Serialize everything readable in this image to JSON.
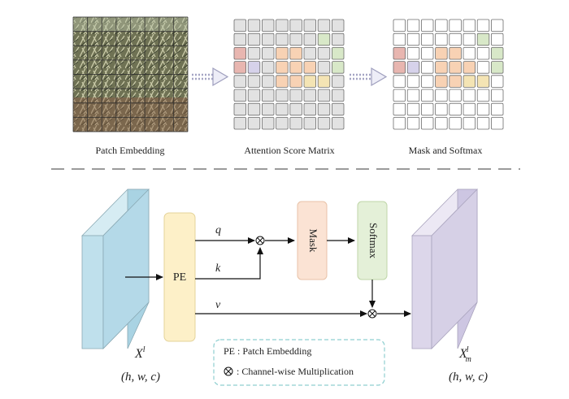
{
  "top": {
    "patch_label": "Patch Embedding",
    "attention_label": "Attention Score Matrix",
    "mask_label": "Mask and Softmax"
  },
  "diagram": {
    "pe_label": "PE",
    "mask_label": "Mask",
    "softmax_label": "Softmax",
    "q_label": "q",
    "k_label": "k",
    "v_label": "v",
    "input_label": "X",
    "input_sup": "l",
    "input_shape": "(h, w, c)",
    "output_label": "X",
    "output_sup": "l",
    "output_sub": "m",
    "output_shape": "(h, w, c)",
    "mult_symbol": "⊗"
  },
  "legend": {
    "line1": "PE : Patch Embedding",
    "line2_symbol": "⊗",
    "line2_text": ": Channel-wise Multiplication"
  },
  "colors": {
    "input_block": "#bfe0ec",
    "output_block": "#dcd6ea",
    "pe_box": "#fdf0c8",
    "mask_box": "#fbe3d4",
    "softmax_box": "#e4f0d8",
    "legend_border": "#8fcfd0",
    "cell_gray": "#e2e2e2",
    "cell_peach": "#f8d2b4",
    "cell_rose": "#e8b6b0",
    "cell_lavender": "#d6d2ea",
    "cell_yellow": "#f4e4b4",
    "cell_green": "#d8e8c8"
  }
}
